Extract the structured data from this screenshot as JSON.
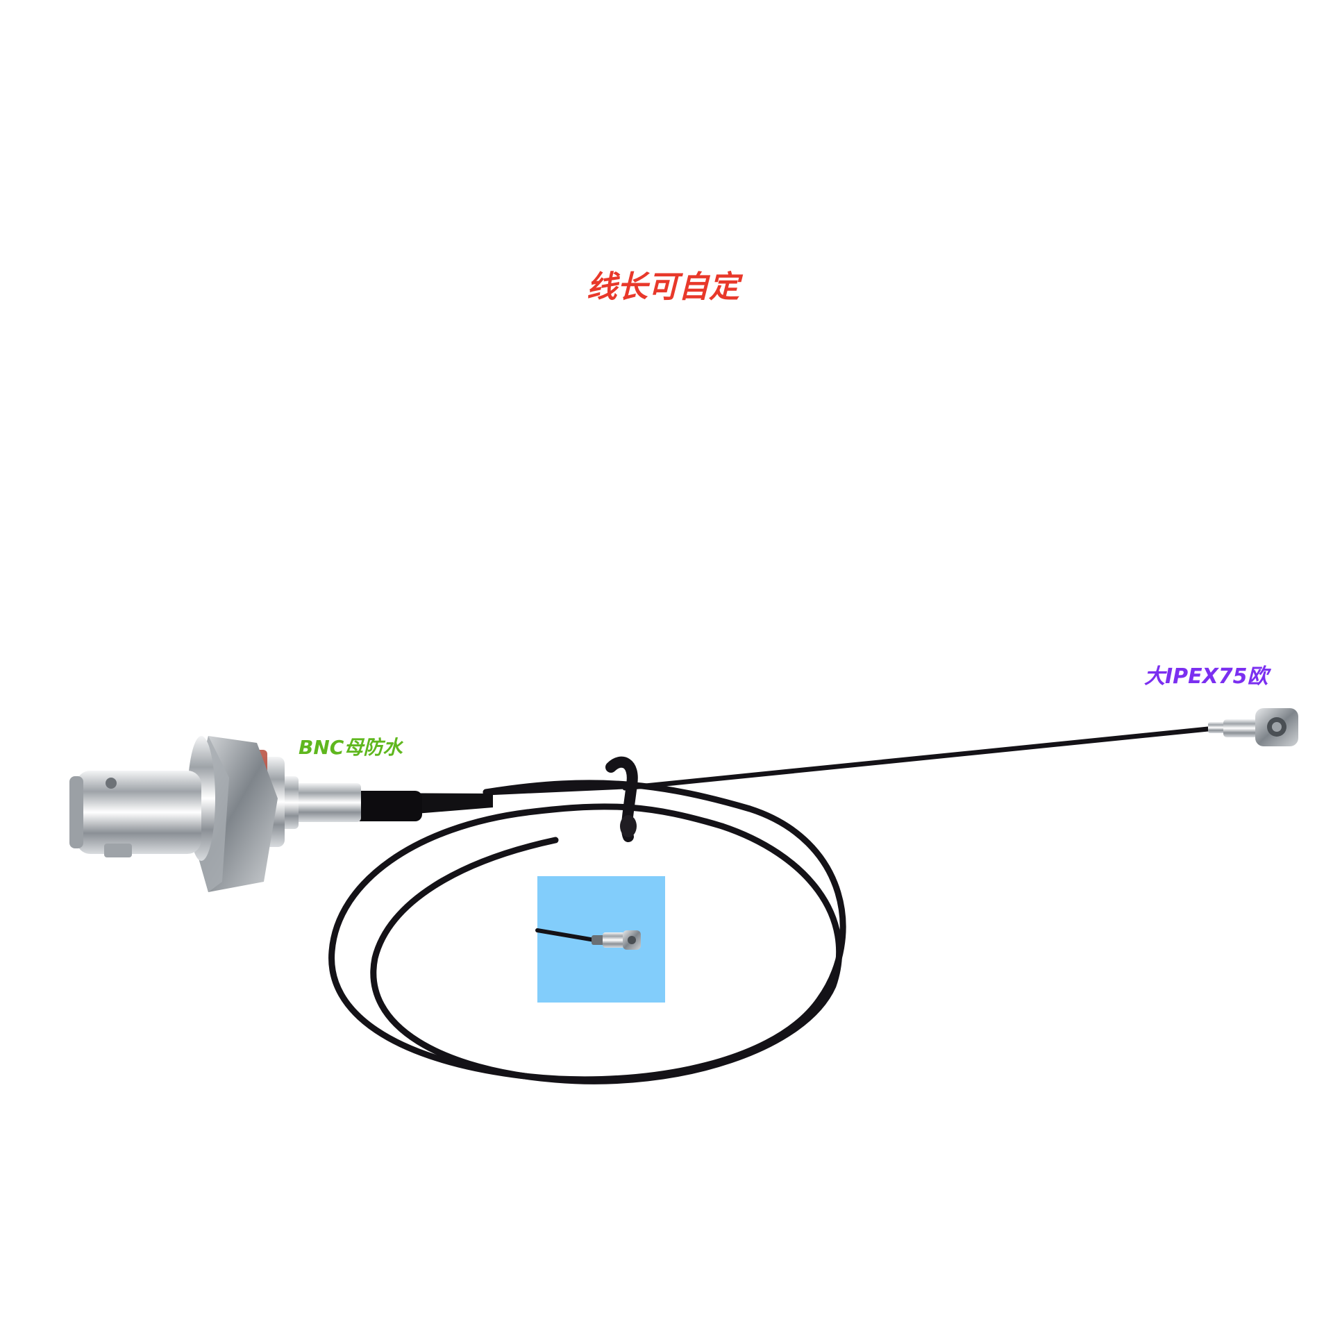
{
  "labels": {
    "length_note": "线长可自定",
    "bnc_connector": "BNC母防水",
    "ipex_connector": "大IPEX75欧"
  },
  "colors": {
    "length_note": "#e8382a",
    "bnc_connector": "#5fb71e",
    "ipex_connector": "#7b2ff0",
    "cable": "#141217",
    "inset_background": "#82cdfb",
    "metal": "#c9ccd0"
  },
  "icons": {
    "bnc_connector": "bnc-female-bulkhead-connector",
    "ipex_connector": "ipex-u-fl-connector",
    "inset": "ipex-closeup-photo"
  }
}
